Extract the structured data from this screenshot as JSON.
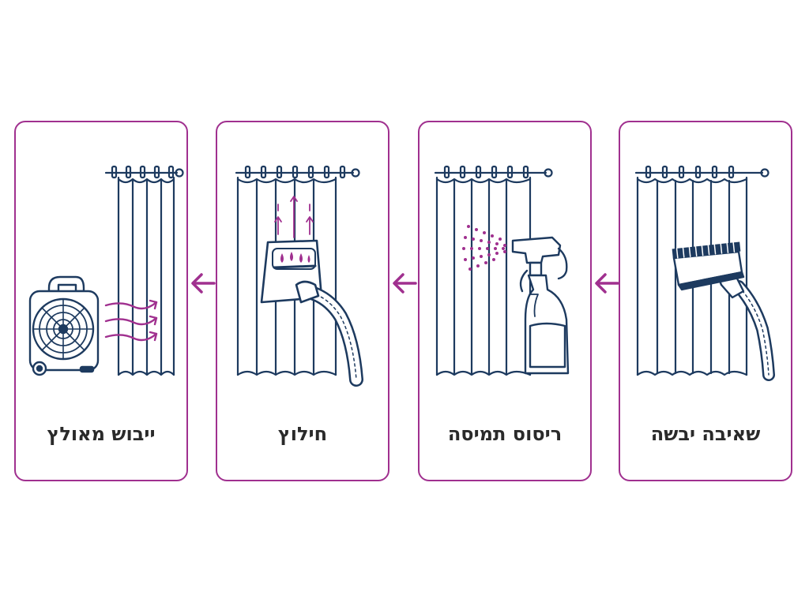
{
  "steps": [
    {
      "label": "שאיבה יבשה",
      "icon": "vacuum-brush-icon"
    },
    {
      "label": "ריסוס תמיסה",
      "icon": "spray-bottle-icon"
    },
    {
      "label": "חילוץ",
      "icon": "extraction-nozzle-icon"
    },
    {
      "label": "ייבוש מאולץ",
      "icon": "drying-fan-icon"
    }
  ],
  "flow_direction": "right-to-left",
  "colors": {
    "card_border": "#a0308f",
    "accent": "#a0308f",
    "line": "#1d3a5f",
    "label": "#2a2a2a"
  }
}
